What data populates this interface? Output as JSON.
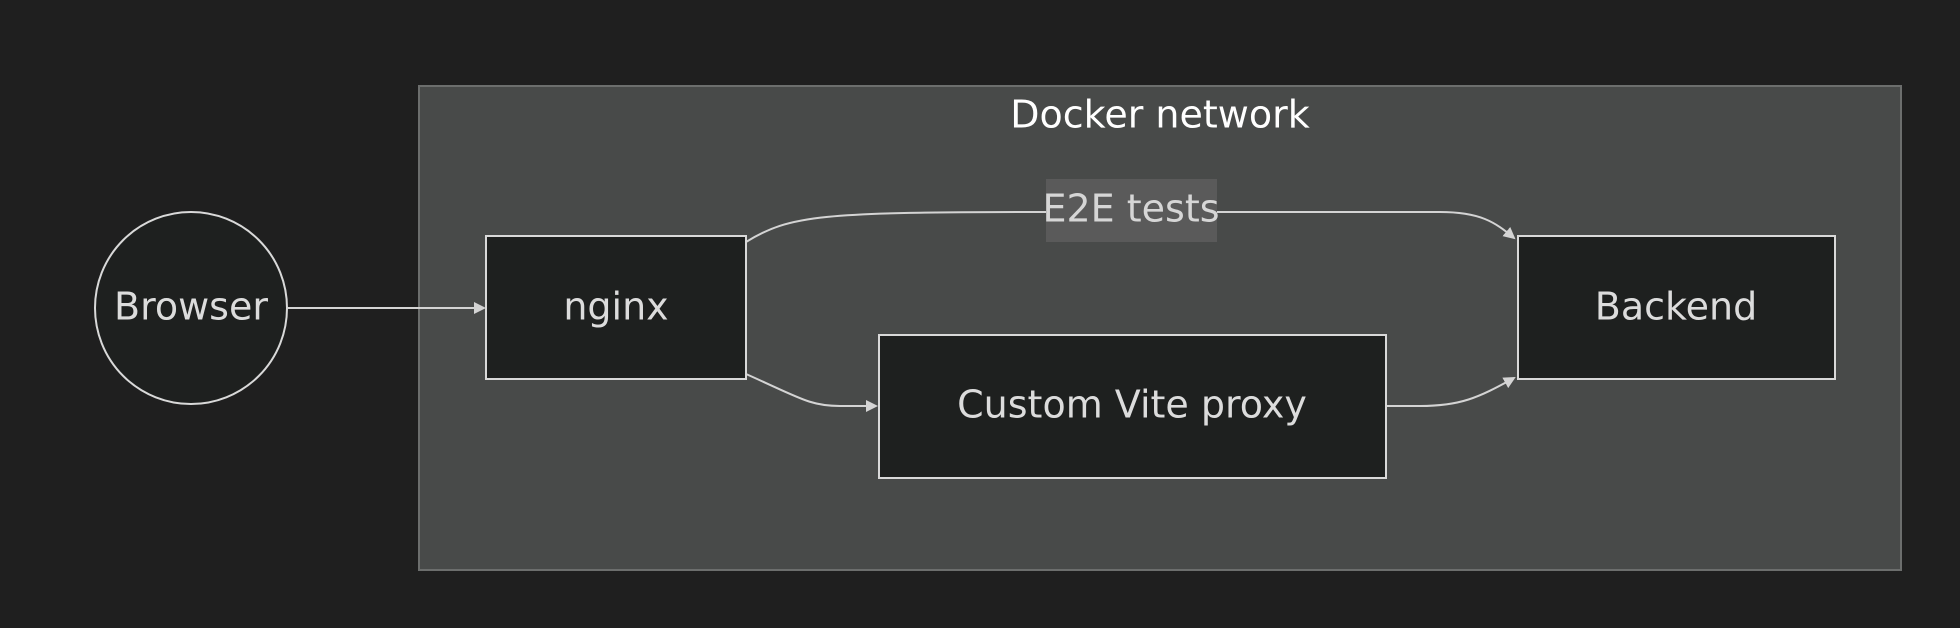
{
  "diagram": {
    "cluster": {
      "label": "Docker network"
    },
    "nodes": {
      "browser": {
        "label": "Browser",
        "shape": "circle"
      },
      "nginx": {
        "label": "nginx",
        "shape": "rect"
      },
      "vite_proxy": {
        "label": "Custom Vite proxy",
        "shape": "rect"
      },
      "backend": {
        "label": "Backend",
        "shape": "rect"
      }
    },
    "edges": [
      {
        "from": "Browser",
        "to": "nginx",
        "label": ""
      },
      {
        "from": "nginx",
        "to": "Backend",
        "label": "E2E tests"
      },
      {
        "from": "nginx",
        "to": "Custom Vite proxy",
        "label": ""
      },
      {
        "from": "Custom Vite proxy",
        "to": "Backend",
        "label": ""
      }
    ],
    "colors": {
      "background": "#1f1f1f",
      "cluster_fill": "#484a49",
      "cluster_stroke": "#6c6e6d",
      "node_fill": "#1e201f",
      "node_stroke": "#d9d9d9",
      "edge": "#d4d4d4",
      "edge_label_bg": "#5a5a5a"
    }
  }
}
